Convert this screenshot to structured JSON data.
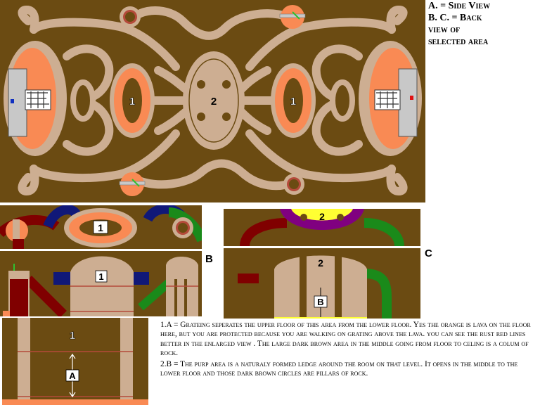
{
  "legend": {
    "line1": "A. = Side View",
    "line2": "B. C. = Back",
    "line3": "view of",
    "line4": "selected area"
  },
  "map_labels": {
    "left_ring": "1",
    "center_chamber": "2",
    "right_ring": "1"
  },
  "view_b": {
    "letter": "B",
    "top_label": "1",
    "bottom_label": "1"
  },
  "view_c": {
    "letter": "C",
    "top_label": "2",
    "bottom_label": "2",
    "marker": "B"
  },
  "view_a": {
    "top_label": "1",
    "marker": "A"
  },
  "notes": {
    "note1": "1.A = Grateing seperates the upper floor of this area from the lower floor. Yes the orange is lava on the floor here, but you are protected because you are walking on grating above the lava. you can see the rust red lines better in the enlarged view . The large dark brown area in the middle going from floor to celing is a colum of rock.",
    "note2": "2.B = The purp area is a naturaly formed ledge around the room on that level. It opens in the middle to the lower floor and those dark brown circles are pillars of rock."
  },
  "colors": {
    "rock_dark": "#6b4b12",
    "walkway": "#cdae92",
    "lava": "#f98a54",
    "ledge_purple": "#800080",
    "yellow": "#ffff33",
    "green": "#1a8a1a",
    "navy": "#101878",
    "maroon": "#800000",
    "grate_red": "#b44a3a"
  }
}
